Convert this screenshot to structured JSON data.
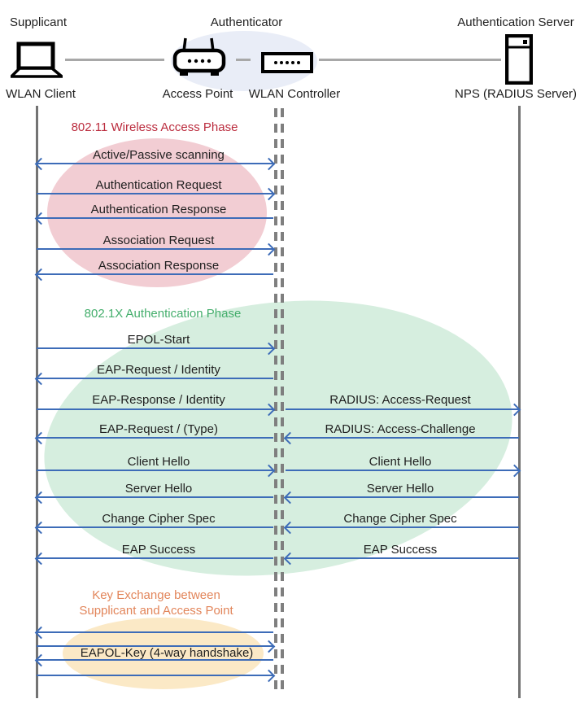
{
  "colors": {
    "arrow_blue": "#3D6CB8",
    "lifeline_gray": "#737373",
    "phase_80211_red": "#BB2C3E",
    "phase_8021x_green": "#44AE6C",
    "key_exchange_orange": "#E2855A",
    "ellipse_pink": "#F2CDD3",
    "ellipse_green": "#D6EEDF",
    "ellipse_yellow": "#FBE9C6",
    "ellipse_blue": "#E9EDF7"
  },
  "icons": [
    "laptop-icon",
    "access-point-icon",
    "wlan-controller-icon",
    "server-icon"
  ],
  "header": {
    "roles": [
      "Supplicant",
      "Authenticator",
      "Authentication Server"
    ],
    "devices": [
      "WLAN Client",
      "Access Point",
      "WLAN Controller",
      "NPS (RADIUS Server)"
    ]
  },
  "phase_80211": {
    "title": "802.11 Wireless Access Phase",
    "messages": [
      {
        "label": "Active/Passive scanning",
        "direction": "both"
      },
      {
        "label": "Authentication Request",
        "direction": "to-authenticator"
      },
      {
        "label": "Authentication Response",
        "direction": "to-supplicant"
      },
      {
        "label": "Association Request",
        "direction": "to-authenticator"
      },
      {
        "label": "Association Response",
        "direction": "to-supplicant"
      }
    ]
  },
  "phase_8021x": {
    "title": "802.1X Authentication Phase",
    "supplicant_authenticator_messages": [
      {
        "label": "EPOL-Start",
        "direction": "to-authenticator"
      },
      {
        "label": "EAP-Request / Identity",
        "direction": "to-supplicant"
      },
      {
        "label": "EAP-Response / Identity",
        "direction": "to-authenticator"
      },
      {
        "label": "EAP-Request / (Type)",
        "direction": "to-supplicant"
      },
      {
        "label": "Client Hello",
        "direction": "to-authenticator"
      },
      {
        "label": "Server Hello",
        "direction": "to-supplicant"
      },
      {
        "label": "Change Cipher Spec",
        "direction": "to-supplicant"
      },
      {
        "label": "EAP Success",
        "direction": "to-supplicant"
      }
    ],
    "authenticator_server_messages": [
      {
        "label": "RADIUS: Access-Request",
        "direction": "to-server"
      },
      {
        "label": "RADIUS: Access-Challenge",
        "direction": "to-authenticator"
      },
      {
        "label": "Client Hello",
        "direction": "to-server"
      },
      {
        "label": "Server Hello",
        "direction": "to-authenticator"
      },
      {
        "label": "Change Cipher Spec",
        "direction": "to-authenticator"
      },
      {
        "label": "EAP Success",
        "direction": "to-authenticator"
      }
    ]
  },
  "key_exchange": {
    "title_line1": "Key Exchange between",
    "title_line2": "Supplicant and Access Point",
    "handshake_label": "EAPOL-Key (4-way handshake)",
    "arrows": [
      {
        "direction": "to-supplicant"
      },
      {
        "direction": "to-authenticator"
      },
      {
        "direction": "to-supplicant"
      },
      {
        "direction": "to-authenticator"
      }
    ]
  }
}
